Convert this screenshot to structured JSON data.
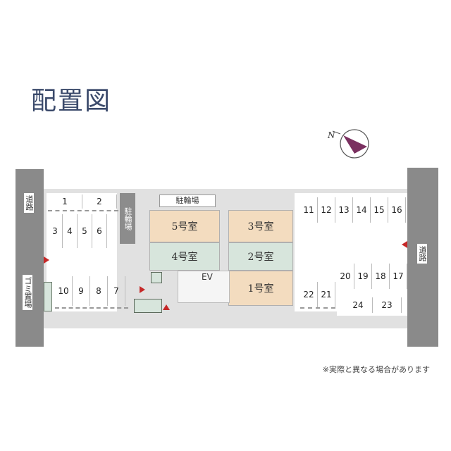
{
  "title": "配置図",
  "note": "※実際と異なる場合があります",
  "roads": {
    "left": "道路",
    "right": "道路"
  },
  "garbage": "ゴミ置場",
  "bike_top": "駐輪場",
  "bike_side": "駐輪場",
  "ev": "EV",
  "units": [
    "5号室",
    "3号室",
    "4号室",
    "2号室",
    "1号室"
  ],
  "parking": {
    "top_left": [
      "1",
      "2"
    ],
    "left_mid": [
      "3",
      "4",
      "5",
      "6"
    ],
    "left_bottom": [
      "10",
      "9",
      "8",
      "7"
    ],
    "right_top": [
      "11",
      "12",
      "13",
      "14",
      "15",
      "16"
    ],
    "right_mid": [
      "20",
      "19",
      "18",
      "17"
    ],
    "right_low": [
      "22",
      "21"
    ],
    "right_bottom": [
      "24",
      "23"
    ]
  },
  "colors": {
    "unit_orange": "#f3dcbf",
    "unit_green": "#d7e5dc",
    "road": "#8a8a8a",
    "ground": "#e1e1e1",
    "arrow": "#c62828",
    "compass": "#7a3060"
  }
}
